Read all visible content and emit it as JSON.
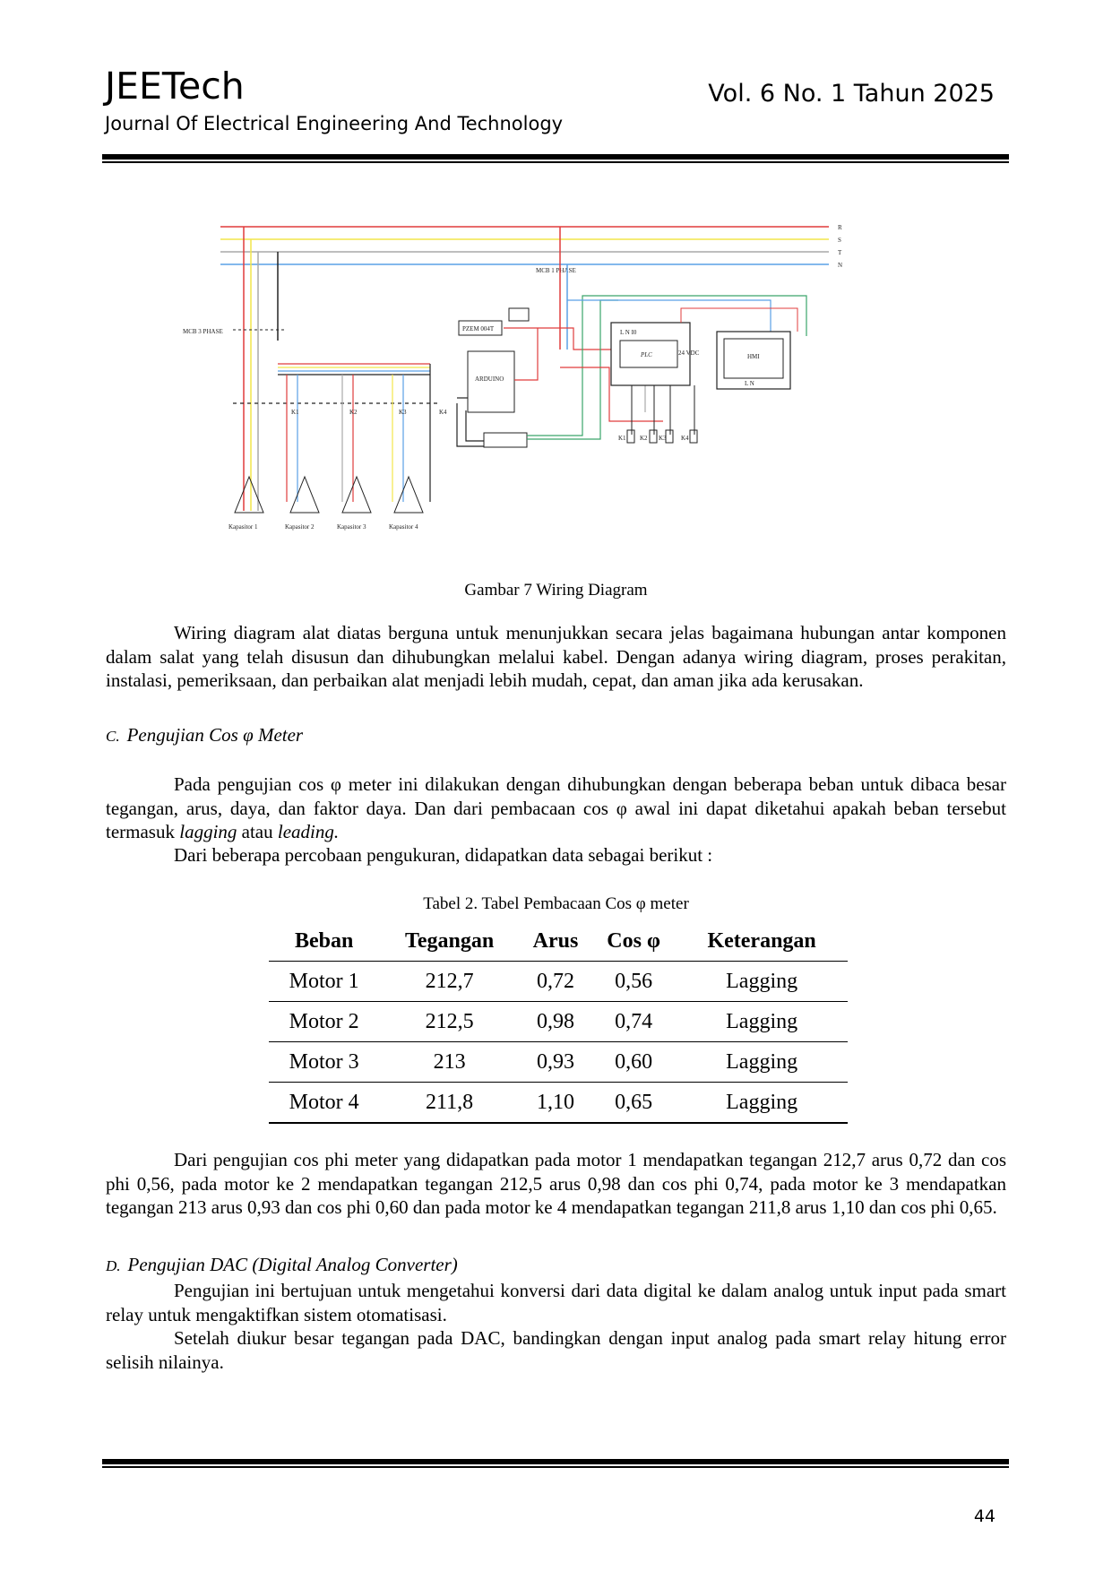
{
  "header": {
    "journal": "JEETech",
    "subtitle": "Journal Of Electrical Engineering And Technology",
    "volume": "Vol. 6 No. 1 Tahun 2025"
  },
  "figure": {
    "caption": "Gambar 7 Wiring Diagram",
    "phase_labels": [
      "R",
      "S",
      "T",
      "N"
    ],
    "mcb_1phase_top": "MCB 1 PHASE",
    "mcb_3phase": "MCB 3 PHASE",
    "contactors": [
      "K1",
      "K2",
      "K3",
      "K4"
    ],
    "loads": [
      "Kapasitor 1",
      "Kapasitor 2",
      "Kapasitor 3",
      "Kapasitor 4"
    ],
    "pzem": "PZEM 004T",
    "arduino": "ARDUINO",
    "plc": "PLC",
    "plc_voltage": "24 VDC",
    "plc_terminals": "L  N  I0",
    "hmi": "HMI",
    "hmi_terminals": "L  N",
    "relay_labels": [
      "K1",
      "K2",
      "K3",
      "K4"
    ]
  },
  "paragraphs": {
    "p1": "Wiring diagram alat diatas berguna untuk menunjukkan secara jelas bagaimana hubungan antar komponen dalam salat yang telah disusun dan dihubungkan melalui kabel. Dengan adanya wiring diagram, proses perakitan, instalasi, pemeriksaan, dan perbaikan alat menjadi lebih mudah, cepat, dan aman jika ada kerusakan.",
    "sectionC_letter": "C.",
    "sectionC_title": "Pengujian Cos φ Meter",
    "p2_a": "Pada pengujian cos φ meter ini dilakukan dengan dihubungkan dengan beberapa beban untuk dibaca besar tegangan, arus, daya, dan faktor daya. Dan dari pembacaan cos φ awal ini dapat diketahui apakah beban tersebut termasuk ",
    "p2_em1": "lagging",
    "p2_mid": " atau ",
    "p2_em2": "leading.",
    "p3": "Dari beberapa percobaan pengukuran, didapatkan data sebagai berikut :",
    "p4": "Dari pengujian cos phi meter yang didapatkan pada motor 1 mendapatkan tegangan 212,7 arus 0,72 dan cos phi 0,56, pada motor ke 2 mendapatkan tegangan 212,5 arus 0,98 dan cos phi 0,74, pada motor ke 3 mendapatkan tegangan 213 arus 0,93 dan cos phi 0,60 dan pada motor ke 4 mendapatkan tegangan 211,8 arus 1,10 dan cos phi 0,65.",
    "sectionD_letter": "D.",
    "sectionD_title": "Pengujian DAC (Digital Analog Converter)",
    "p5": "Pengujian ini bertujuan untuk mengetahui konversi dari data digital ke dalam analog untuk input pada smart relay untuk mengaktifkan sistem otomatisasi.",
    "p6": "Setelah diukur besar tegangan pada DAC, bandingkan dengan input analog pada smart relay hitung error selisih nilainya."
  },
  "table": {
    "caption": "Tabel 2. Tabel Pembacaan Cos φ meter",
    "headers": [
      "Beban",
      "Tegangan",
      "Arus",
      "Cos φ",
      "Keterangan"
    ],
    "rows": [
      [
        "Motor 1",
        "212,7",
        "0,72",
        "0,56",
        "Lagging"
      ],
      [
        "Motor 2",
        "212,5",
        "0,98",
        "0,74",
        "Lagging"
      ],
      [
        "Motor 3",
        "213",
        "0,93",
        "0,60",
        "Lagging"
      ],
      [
        "Motor 4",
        "211,8",
        "1,10",
        "0,65",
        "Lagging"
      ]
    ]
  },
  "footer": {
    "page_number": "44"
  },
  "colors": {
    "R": "#e03c3c",
    "S": "#f2e64a",
    "T": "#a9a9a9",
    "N": "#5aa0e6",
    "control_green": "#3aa56a"
  }
}
